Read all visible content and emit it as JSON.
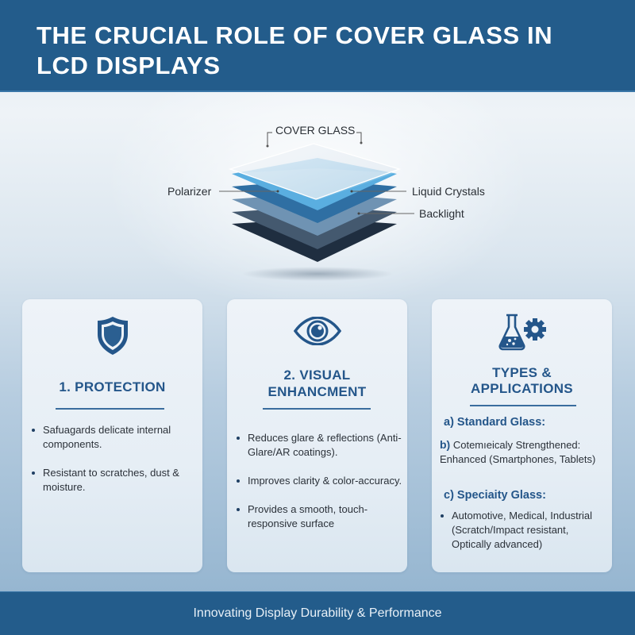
{
  "header": {
    "title": "THE CRUCIAL ROLE OF COVER GLASS IN LCD DISPLAYS"
  },
  "diagram": {
    "layers": [
      {
        "name": "cover-glass",
        "color": "#e8eef3"
      },
      {
        "name": "polarizer-top",
        "color": "#5aaee0"
      },
      {
        "name": "liquid-crystals",
        "color": "#2f6fa3"
      },
      {
        "name": "layer-4",
        "color": "#6f93b3"
      },
      {
        "name": "layer-5",
        "color": "#44596f"
      },
      {
        "name": "backlight-base",
        "color": "#1f2e40"
      }
    ],
    "labels": {
      "cover_glass": "COVER GLASS",
      "polarizer": "Polarizer",
      "liquid_crystals": "Liquid Crystals",
      "backlight": "Backlight"
    }
  },
  "cards": [
    {
      "icon": "shield-icon",
      "title": "1. PROTECTION",
      "bullets": [
        "Safuagards delicate internal components.",
        "Resistant to scratches, dust & moisture."
      ]
    },
    {
      "icon": "eye-icon",
      "title_line1": "2. VISUAL",
      "title_line2": "ENHANCMENT",
      "bullets": [
        "Reduces glare & reflections (Anti-Glare/AR coatings).",
        "Improves clarity & color-accuracy.",
        "Provides a smooth, touch-responsive surface"
      ]
    },
    {
      "icon": "flask-gear-icon",
      "title_line1": "TYPES &",
      "title_line2": "APPLICATIONS",
      "items": {
        "a": "a) Standard Glass:",
        "b_prefix": "b)",
        "b_text": "Cotemıeicaly Strengthened: Enhanced (Smartphones, Tablets)",
        "c": "c) Speciaity Glass:",
        "c_bullet": "Automotive, Medical, Industrial (Scratch/Impact resistant, Optically advanced)"
      }
    }
  ],
  "footer": {
    "tagline": "Innovating Display Durability & Performance"
  },
  "colors": {
    "brand_blue": "#235c8b",
    "heading_blue": "#24568a"
  }
}
